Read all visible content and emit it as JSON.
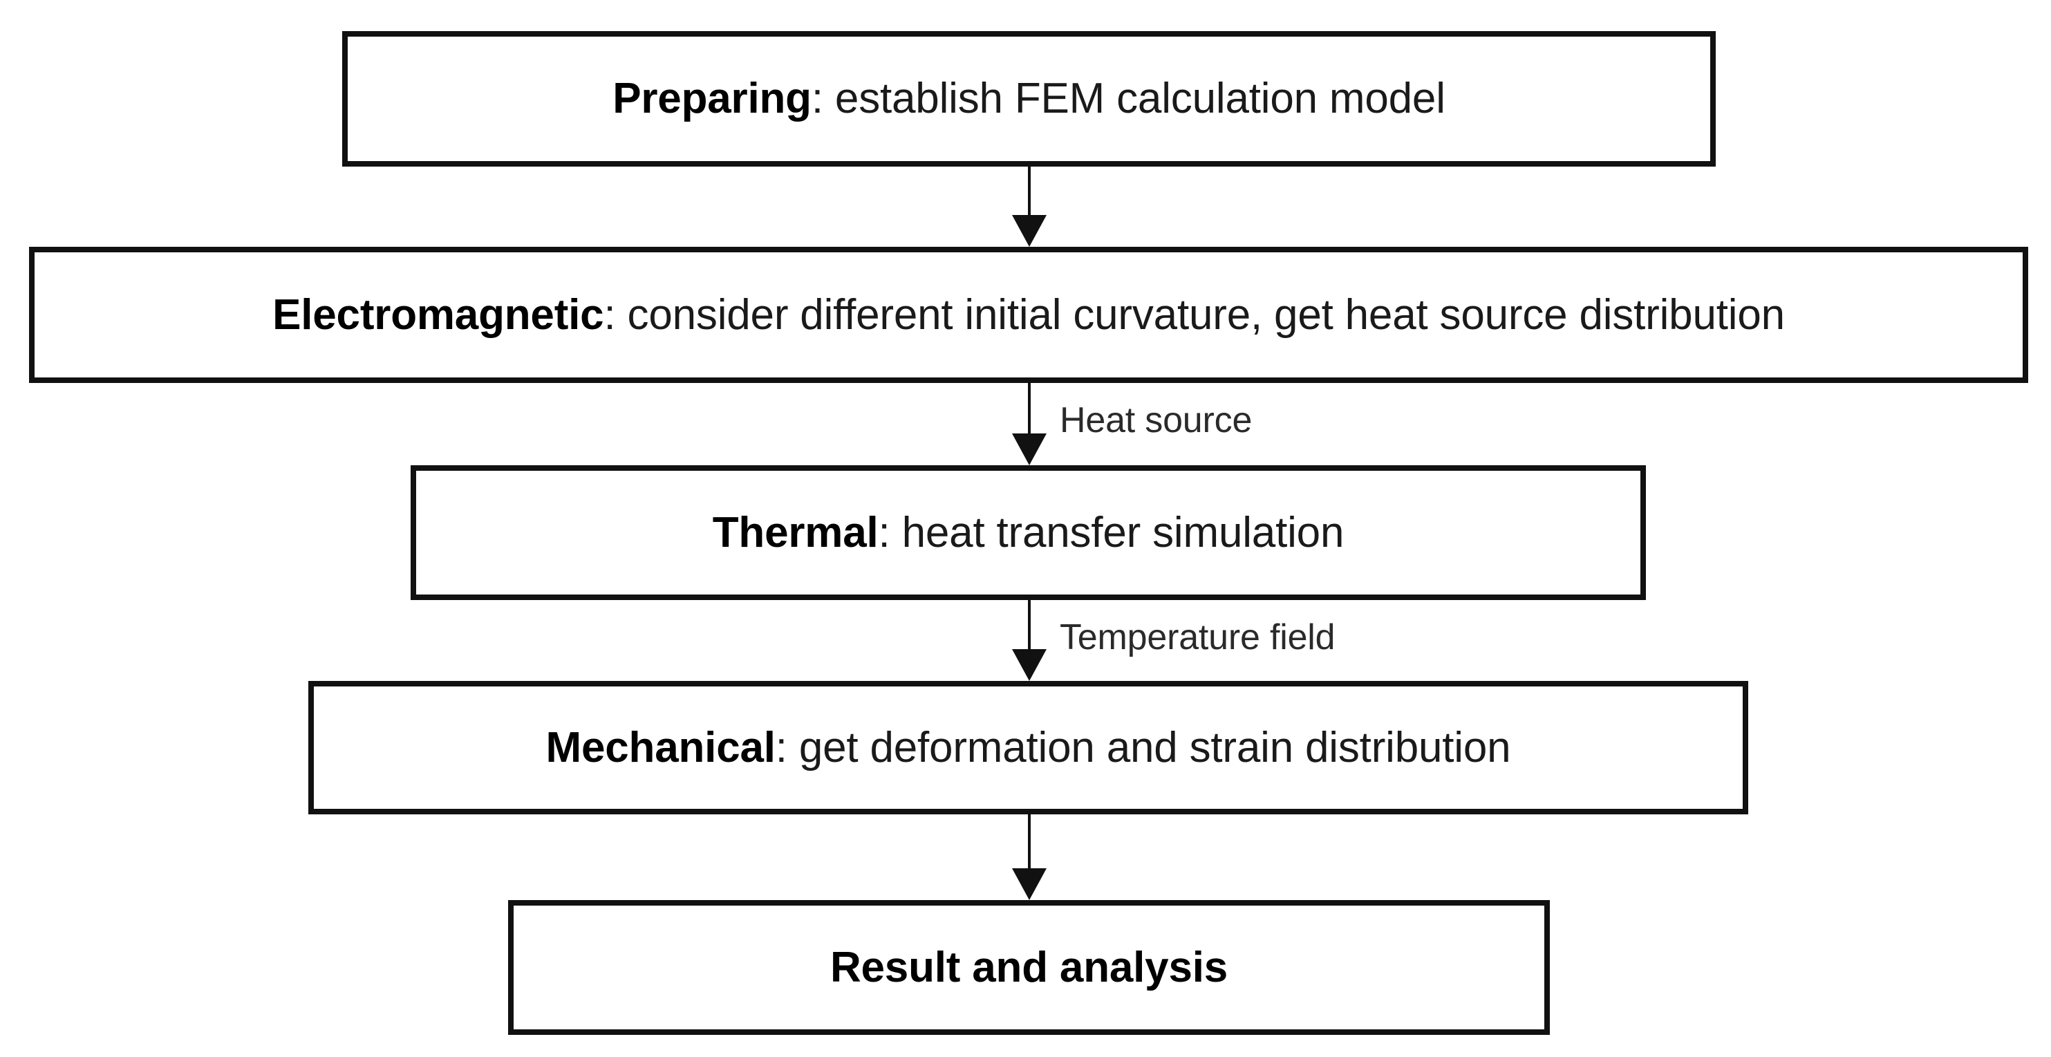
{
  "diagram": {
    "type": "flowchart",
    "orientation": "vertical",
    "background_color": "#ffffff",
    "border_color": "#111111",
    "text_color": "#1a1a1a",
    "nodes": [
      {
        "id": "preparing",
        "lead": "Preparing",
        "separator": ": ",
        "rest": "establish FEM calculation model",
        "full_text": "Preparing: establish FEM calculation model"
      },
      {
        "id": "electromagnetic",
        "lead": "Electromagnetic",
        "separator": ": ",
        "rest": "consider different initial curvature, get heat source distribution",
        "full_text": "Electromagnetic: consider different initial curvature, get heat source distribution"
      },
      {
        "id": "thermal",
        "lead": "Thermal",
        "separator": ": ",
        "rest": "heat transfer simulation",
        "full_text": "Thermal: heat transfer simulation"
      },
      {
        "id": "mechanical",
        "lead": "Mechanical",
        "separator": ": ",
        "rest": "get deformation and strain distribution",
        "full_text": "Mechanical: get deformation and strain distribution"
      },
      {
        "id": "result",
        "lead": "Result and analysis",
        "separator": "",
        "rest": "",
        "full_text": "Result and analysis"
      }
    ],
    "edges": [
      {
        "id": "edge-1",
        "from": "preparing",
        "to": "electromagnetic",
        "label": ""
      },
      {
        "id": "edge-2",
        "from": "electromagnetic",
        "to": "thermal",
        "label": "Heat source"
      },
      {
        "id": "edge-3",
        "from": "thermal",
        "to": "mechanical",
        "label": "Temperature field"
      },
      {
        "id": "edge-4",
        "from": "mechanical",
        "to": "result",
        "label": ""
      }
    ]
  }
}
